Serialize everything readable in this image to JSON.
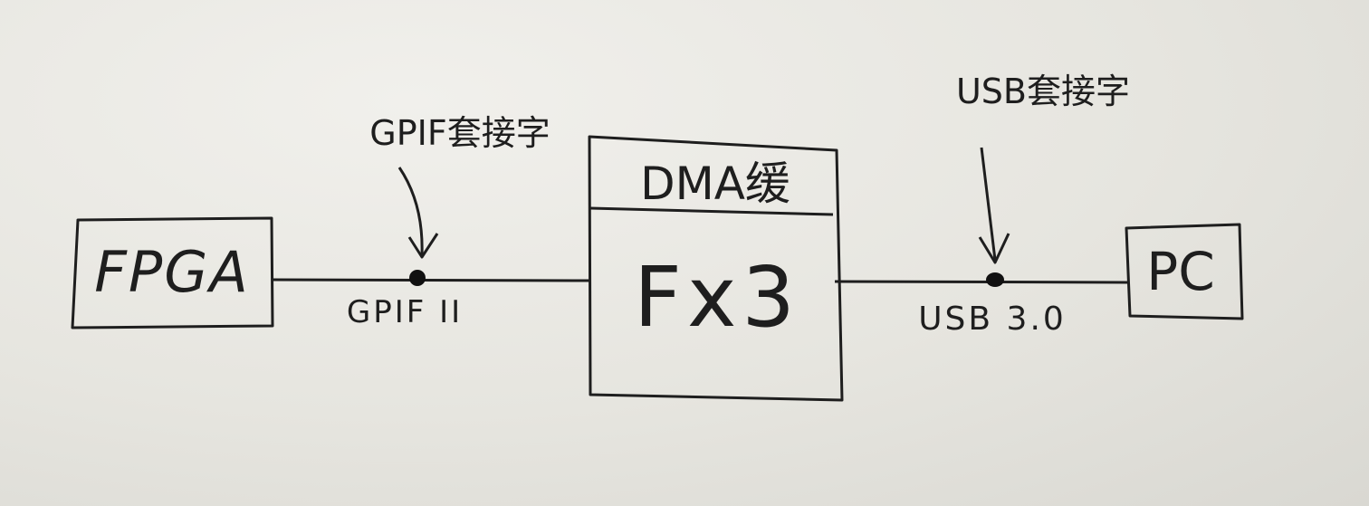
{
  "diagram": {
    "blocks": {
      "fpga": "FPGA",
      "fx3_header": "DMA缓",
      "fx3": "Fx3",
      "pc": "PC"
    },
    "links": {
      "gpif": "GPIF II",
      "usb": "USB 3.0"
    },
    "annotations": {
      "gpif_socket": "GPIF套接字",
      "usb_socket": "USB套接字"
    },
    "ink_color": "#1e1e1e"
  }
}
